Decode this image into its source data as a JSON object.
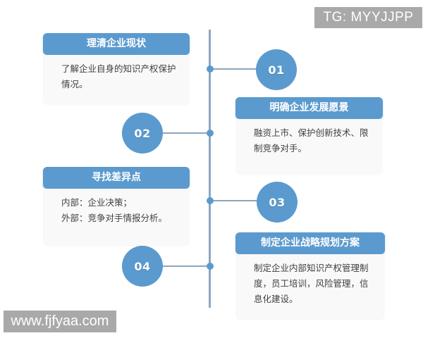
{
  "overlays": {
    "top_right_tag": "TG: MYYJJPP",
    "bottom_left_url": "www.fjfyaa.com"
  },
  "colors": {
    "accent_blue": "#5B9ACE",
    "line_blue": "#8CA6BF",
    "card_body_bg": "#F9F9F9",
    "body_text": "#3F3F3F",
    "watermark_bg": "#A9A9A9"
  },
  "timeline": {
    "steps": [
      {
        "number": "01",
        "title": "理清企业现状",
        "description": "了解企业自身的知识产权保护情况。",
        "side": "left"
      },
      {
        "number": "02",
        "title": "明确企业发展愿景",
        "description": "融资上市、保护创新技术、限制竞争对手。",
        "side": "right"
      },
      {
        "number": "03",
        "title": "寻找差异点",
        "description": "内部：企业决策；\n外部：竞争对手情报分析。",
        "side": "left"
      },
      {
        "number": "04",
        "title": "制定企业战略规划方案",
        "description": "制定企业内部知识产权管理制度，员工培训，风险管理，信息化建设。",
        "side": "right"
      }
    ]
  }
}
